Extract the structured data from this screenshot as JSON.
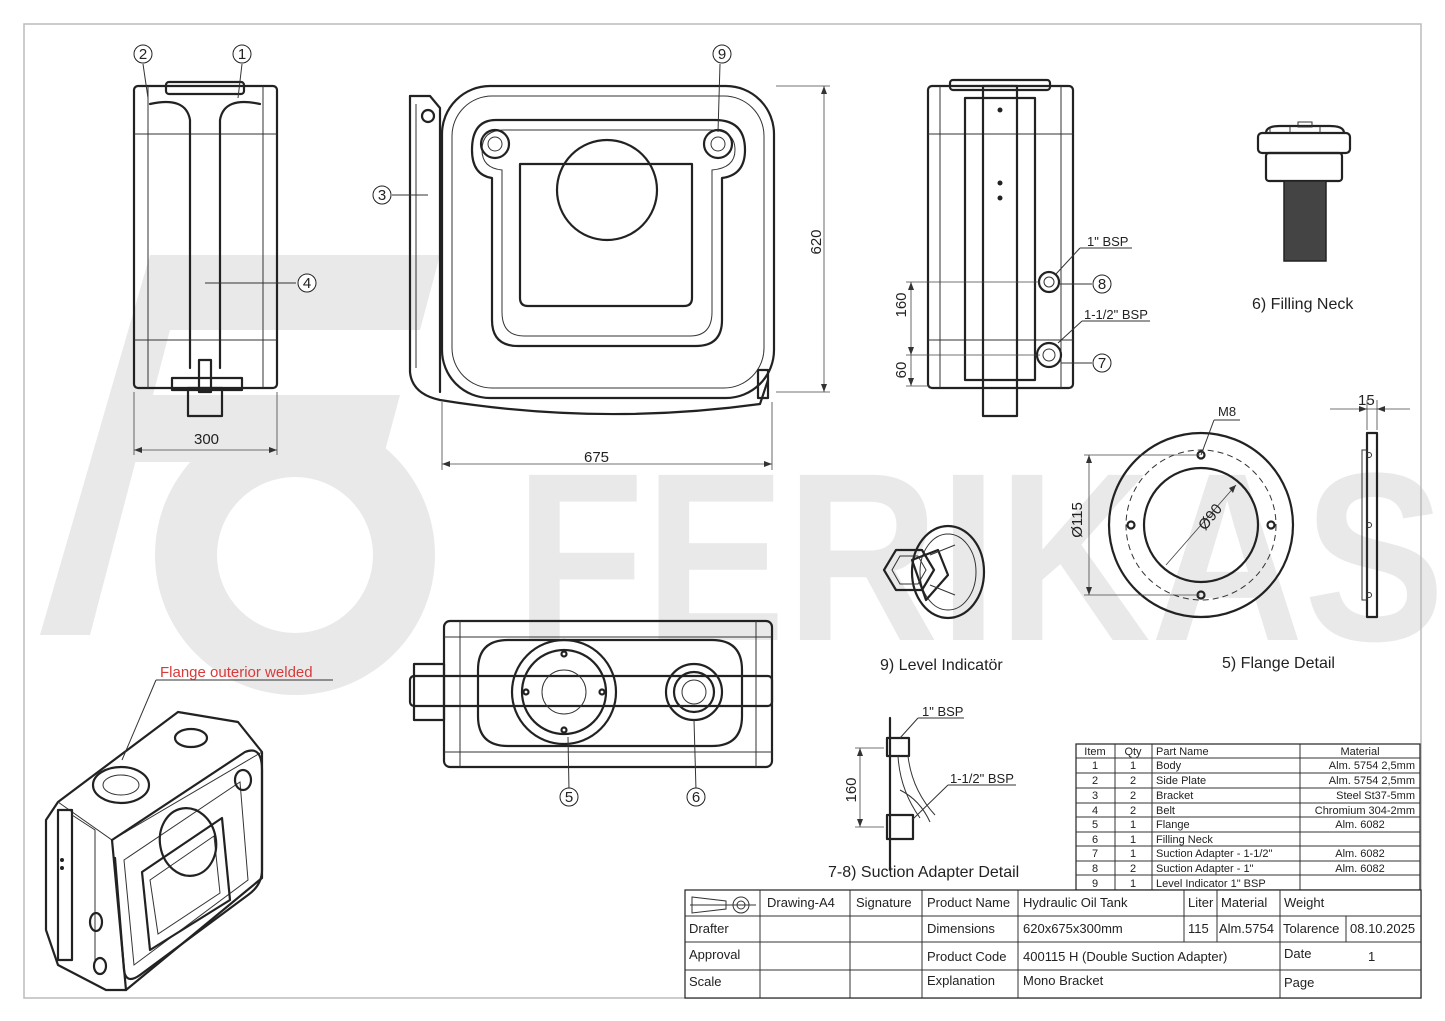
{
  "watermark": "FERIKAS",
  "views": {
    "side": {
      "dimension_width": "300"
    },
    "front": {
      "dimension_width": "675",
      "dimension_height": "620"
    },
    "right": {
      "dimension_160": "160",
      "dimension_60": "60",
      "port_upper": "1\" BSP",
      "port_lower": "1-1/2\" BSP"
    },
    "flange": {
      "bolt": "M8",
      "outer_dia": "Ø115",
      "inner_dia": "Ø90",
      "thickness": "15"
    },
    "suction": {
      "port_upper": "1\" BSP",
      "port_lower": "1-1/2\" BSP",
      "dimension": "160"
    }
  },
  "balloons": [
    "1",
    "2",
    "3",
    "4",
    "5",
    "6",
    "7",
    "8",
    "9"
  ],
  "captions": {
    "filling_neck": "6) Filling Neck",
    "level_indicator": "9) Level Indicatör",
    "flange_detail": "5) Flange Detail",
    "suction_detail": "7-8) Suction Adapter Detail"
  },
  "iso_note": "Flange outerior welded",
  "parts_table": {
    "headers": [
      "Item",
      "Qty",
      "Part Name",
      "Material"
    ],
    "rows": [
      [
        "1",
        "1",
        "Body",
        "Alm. 5754 2,5mm"
      ],
      [
        "2",
        "2",
        "Side Plate",
        "Alm. 5754 2,5mm"
      ],
      [
        "3",
        "2",
        "Bracket",
        "Steel St37-5mm"
      ],
      [
        "4",
        "2",
        "Belt",
        "Chromium 304-2mm"
      ],
      [
        "5",
        "1",
        "Flange",
        "Alm. 6082"
      ],
      [
        "6",
        "1",
        "Filling Neck",
        ""
      ],
      [
        "7",
        "1",
        "Suction Adapter - 1-1/2\"",
        "Alm. 6082"
      ],
      [
        "8",
        "2",
        "Suction Adapter - 1\"",
        "Alm. 6082"
      ],
      [
        "9",
        "1",
        "Level Indicator 1\" BSP",
        ""
      ]
    ]
  },
  "title_block": {
    "sheet": "Drawing-A4",
    "signature": "Signature",
    "product_name_label": "Product Name",
    "product_name": "Hydraulic Oil Tank",
    "liter_label": "Liter",
    "material_label": "Material",
    "weight_label": "Weight",
    "drafter_label": "Drafter",
    "dimensions_label": "Dimensions",
    "dimensions": "620x675x300mm",
    "liter": "115",
    "material": "Alm.5754",
    "tolerance_label": "Tolarence",
    "date_value": "08.10.2025",
    "approval_label": "Approval",
    "product_code_label": "Product Code",
    "product_code": "400115 H  (Double Suction Adapter)",
    "date_label": "Date",
    "date_number": "1",
    "scale_label": "Scale",
    "explanation_label": "Explanation",
    "explanation": "Mono Bracket",
    "page_label": "Page"
  },
  "colors": {
    "accent_red": "#d93a3a",
    "line": "#222222",
    "watermark": "#e9e9e9"
  }
}
